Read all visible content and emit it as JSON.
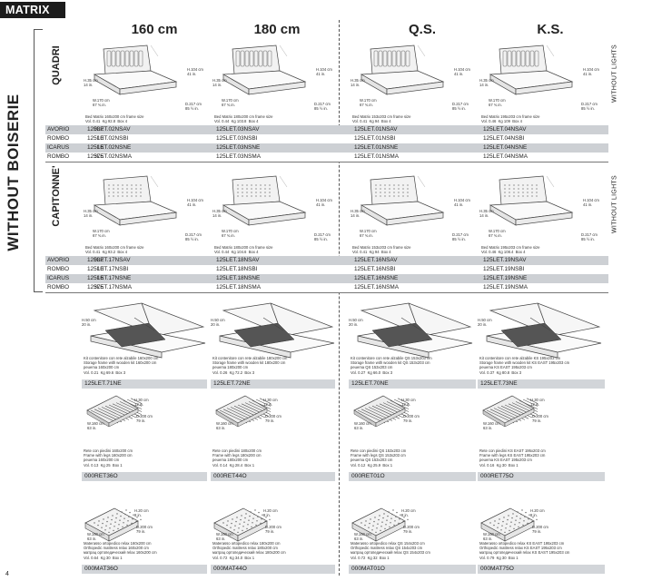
{
  "header": {
    "tag": "MATRIX",
    "side_title": "WITHOUT BOISERIE"
  },
  "columns": [
    "160 cm",
    "180 cm",
    "Q.S.",
    "K.S."
  ],
  "groups": [
    {
      "name": "QUADRI",
      "side": "WITHOUT LIGHTS",
      "captions": [
        "Bed Matrix 160x200 cm frame size\nVol. 0.41  Kg 92.8  Box 4",
        "Bed Matrix 180x200 cm frame size\nVol. 0.44  Kg 103.8  Box 4",
        "Bed Matrix 153x203 cm frame size\nVol. 0.41  Kg 94  Box 4",
        "Bed Matrix 195x203 cm frame size\nVol. 0.46  Kg 109  Box 4"
      ],
      "dims": [
        "H.104 cm\n41 in.",
        "H.35 cm\n14 in.",
        "W.170 cm\n67 ¾ in.",
        "D.217 cm\n85 ½ in."
      ],
      "rows": [
        {
          "finish": "AVORIO",
          "num": "032",
          "codes": [
            "125LET.02NSAV",
            "125LET.03NSAV",
            "125LET.01NSAV",
            "125LET.04NSAV"
          ]
        },
        {
          "finish": "ROMBO",
          "num": "10",
          "codes": [
            "125LET.02NSBI",
            "125LET.03NSBI",
            "125LET.01NSBI",
            "125LET.04NSBI"
          ]
        },
        {
          "finish": "ICARUS",
          "num": "16",
          "codes": [
            "125LET.02NSNE",
            "125LET.03NSNE",
            "125LET.01NSNE",
            "125LET.04NSNE"
          ]
        },
        {
          "finish": "ROMBO",
          "num": "375",
          "codes": [
            "125LET.02NSMA",
            "125LET.03NSMA",
            "125LET.01NSMA",
            "125LET.04NSMA"
          ]
        }
      ]
    },
    {
      "name": "CAPITONNE'",
      "side": "WITHOUT LIGHTS",
      "captions": [
        "Bed Matrix 160x200 cm frame size\nVol. 0.41  Kg 93.2  Box 4",
        "Bed Matrix 180x200 cm frame size\nVol. 0.44  Kg 104.6  Box 4",
        "Bed Matrix 153x203 cm frame size\nVol. 0.41  Kg 94  Box 4",
        "Bed Matrix 195x203 cm frame size\nVol. 0.46  Kg 108.4  Box 4"
      ],
      "dims": [
        "H.104 cm\n41 in.",
        "H.35 cm\n14 in.",
        "W.170 cm\n67 ¾ in.",
        "D.217 cm\n85 ½ in."
      ],
      "rows": [
        {
          "finish": "AVORIO",
          "num": "032",
          "codes": [
            "125LET.17NSAV",
            "125LET.18NSAV",
            "125LET.16NSAV",
            "125LET.19NSAV"
          ]
        },
        {
          "finish": "ROMBO",
          "num": "10",
          "codes": [
            "125LET.17NSBI",
            "125LET.18NSBI",
            "125LET.16NSBI",
            "125LET.19NSBI"
          ]
        },
        {
          "finish": "ICARUS",
          "num": "16",
          "codes": [
            "125LET.17NSNE",
            "125LET.18NSNE",
            "125LET.16NSNE",
            "125LET.19NSNE"
          ]
        },
        {
          "finish": "ROMBO",
          "num": "375",
          "codes": [
            "125LET.17NSMA",
            "125LET.18NSMA",
            "125LET.16NSMA",
            "125LET.19NSMA"
          ]
        }
      ]
    }
  ],
  "storage": {
    "captions": [
      "Kit contenitore con rete alzabile 160x200 cm\nStorage frame with wooden kit 160x200 cm\npeuema 160x200 cm\nVol. 0.21  Kg 69.6  Box 3",
      "Kit contenitore con rete alzabile 180x200 cm\nStorage frame with wooden kit 180x200 cm\npeuema 180x200 cm\nVol. 0.26  Kg 72.2  Box 3",
      "Kit contenitore con rete alzabile QS 153x203 cm\nStorage frame with wooden kit QS 153x203 cm\npeuema QS 153x203 cm\nVol. 0.27  Kg 66.0  Box 3",
      "Kit contenitore con rete alzabile KS 195x203 cm\nStorage frame with wooden kit KS EAST 195x203 cm\npeuema KS EAST 195x203 cm\nVol. 0.37  Kg 80.8  Box 3"
    ],
    "dim": "H.50 cm\n20 in.",
    "codes": [
      "125LET.71NE",
      "125LET.72NE",
      "125LET.70NE",
      "125LET.73NE"
    ]
  },
  "frames": {
    "captions": [
      "Rete con piedini 160x200 cm\nFrame with legs 160x200 cm\npeuema 160x200 cm\nVol. 0.13  Kg 25  Box 1",
      "Rete con piedini 180x200 cm\nFrame with legs 180x200 cm\npeuema 180x200 cm\nVol. 0.14  Kg 28.4  Box 1",
      "Rete con piedini QS 153x203 cm\nFrame with legs QS 153x203 cm\npeuema QS 153x203 cm\nVol. 0.12  Kg 25.9  Box 1",
      "Rete con piedini KS EAST 195x203 cm\nFrame with legs KS EAST 195x203 cm\npeuema KS EAST 195x203 cm\nVol. 0.16  Kg 30  Box 1"
    ],
    "dims": [
      "H.30 cm\n12 in.",
      "W.160 cm\n63 in.",
      "D.200 cm\n79 in."
    ],
    "codes": [
      "000RET36O",
      "000RET44O",
      "000RET01O",
      "000RET75O"
    ]
  },
  "mattress": {
    "captions": [
      "Materasso ortopedico relax 160x200 cm\nOrthopedic mattress relax 160x200 cm\nматрац ортопедический relax 160x200 cm\nVol. 0.64  Kg 30  Box 1",
      "Materasso ortopedico relax 180x200 cm\nOrthopedic mattress relax 180x200 cm\nматрац ортопедический relax 180x200 cm\nVol. 0.72  Kg 34.0  Box 1",
      "Materasso ortopedico relax QS 154x203 cm\nOrthopedic mattress relax QS 154x203 cm\nматрац ортопедический relax QS 154x203 cm\nVol. 0.72  Kg 32  Box 1",
      "Materasso ortopedico relax KS EAST 195x203 cm\nOrthopedic mattress relax KS EAST 195x203 cm\nматрац ортопедический relax KS EAST 195x203 cm\nVol. 0.79  Kg 30  Box 1"
    ],
    "dims": [
      "H.20 cm\n8 in.",
      "W.160 cm\n63 in.",
      "D.200 cm\n79 in."
    ],
    "codes": [
      "000MAT36O",
      "000MAT44O",
      "000MAT01O",
      "000MAT75O"
    ]
  },
  "page": {
    "number": "4"
  }
}
